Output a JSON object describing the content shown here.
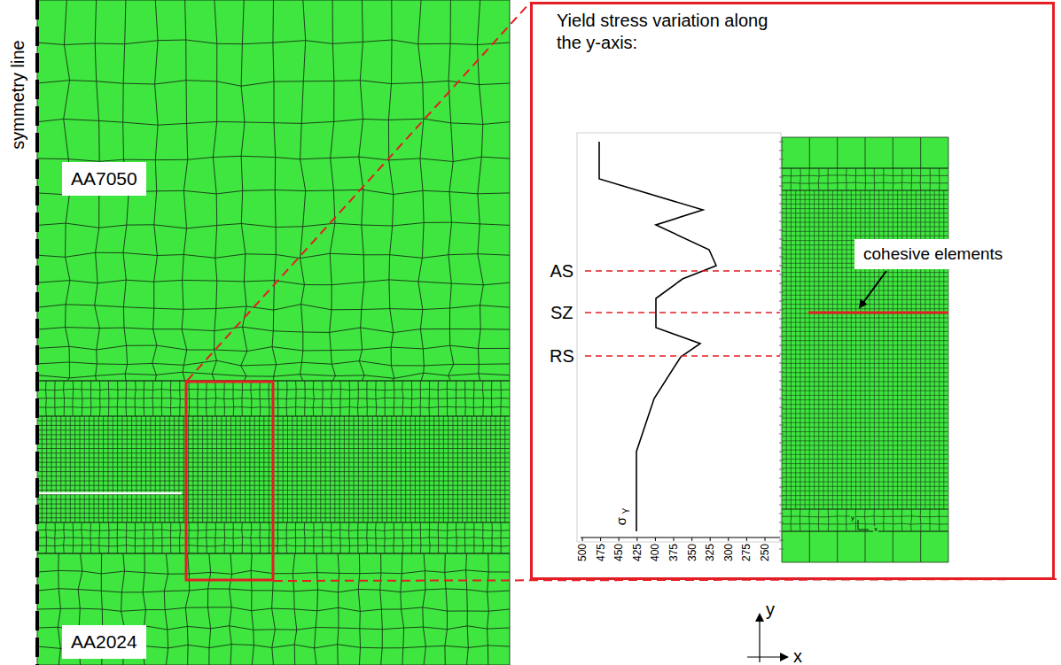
{
  "diagram": {
    "nodes": [
      {
        "text": [
          "AA7050"
        ]
      },
      {
        "text": [
          "AA2024"
        ]
      },
      {
        "text": [
          "Yield stress variation along the y-axis:"
        ]
      },
      {
        "text": [
          "cohesive elements"
        ],
        "in": 2
      }
    ],
    "labels": [
      "symmetry line",
      "AS",
      "SZ",
      "RS",
      "500",
      "475",
      "450",
      "425",
      "400",
      "375",
      "350",
      "325",
      "300",
      "275",
      "250",
      "σ",
      "Y",
      "y",
      "x",
      "y",
      "x"
    ]
  }
}
